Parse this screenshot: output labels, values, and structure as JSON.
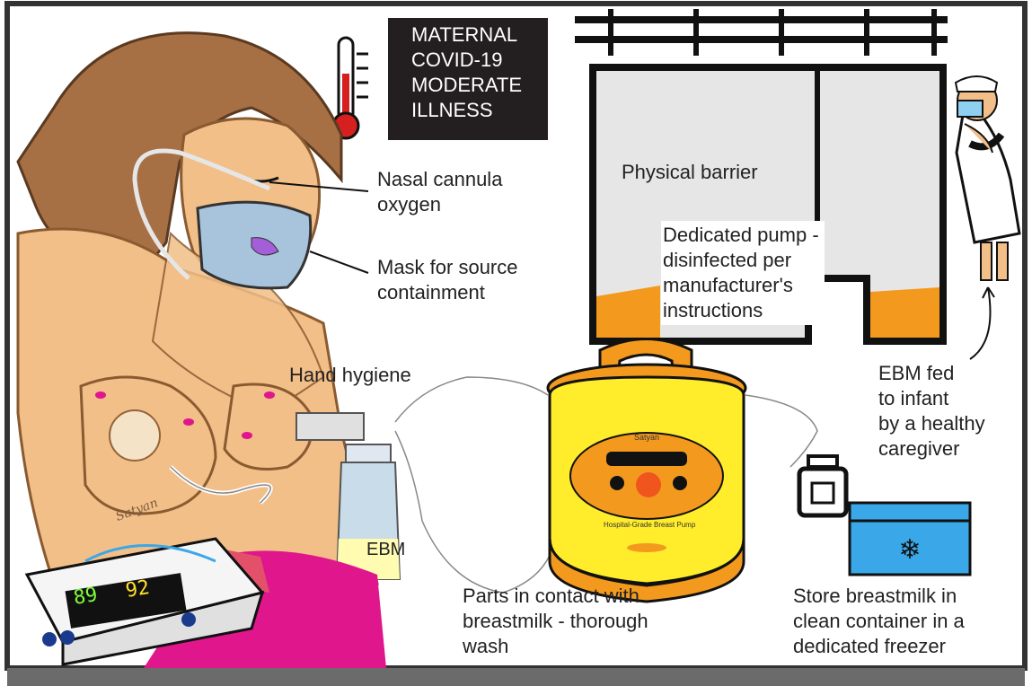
{
  "title_lines": [
    "MATERNAL",
    "COVID-19",
    "MODERATE",
    "ILLNESS"
  ],
  "labels": {
    "nasal_cannula": [
      "Nasal cannula",
      "oxygen"
    ],
    "mask": [
      "Mask for source",
      "containment"
    ],
    "physical_barrier": "Physical barrier",
    "dedicated_pump": [
      "Dedicated pump -",
      "disinfected per",
      "manufacturer's",
      "instructions"
    ],
    "hand_hygiene": "Hand hygiene",
    "ebm_fed": [
      "EBM fed",
      "to infant",
      "by a healthy",
      "caregiver"
    ],
    "ebm_bottle": "EBM",
    "parts_wash": [
      "Parts in contact with",
      "breastmilk - thorough",
      "wash"
    ],
    "store_milk": [
      "Store breastmilk in",
      "clean container in a",
      "dedicated freezer"
    ]
  },
  "monitor": {
    "value_left": "89",
    "value_right": "92"
  },
  "pump_text": {
    "brand": "Satyan",
    "caption": "Hospital-Grade Breast Pump"
  },
  "signature": "Satyan",
  "colors": {
    "skin": "#f2bf88",
    "hair": "#a66f44",
    "mask": "#a8c4dc",
    "pump_yellow": "#ffec2b",
    "pump_orange": "#f39a1e",
    "freezer_blue": "#3aa8e8",
    "blanket_magenta": "#e0168c",
    "curtain_gray": "#e6e6e6",
    "title_bg": "#231f20"
  }
}
